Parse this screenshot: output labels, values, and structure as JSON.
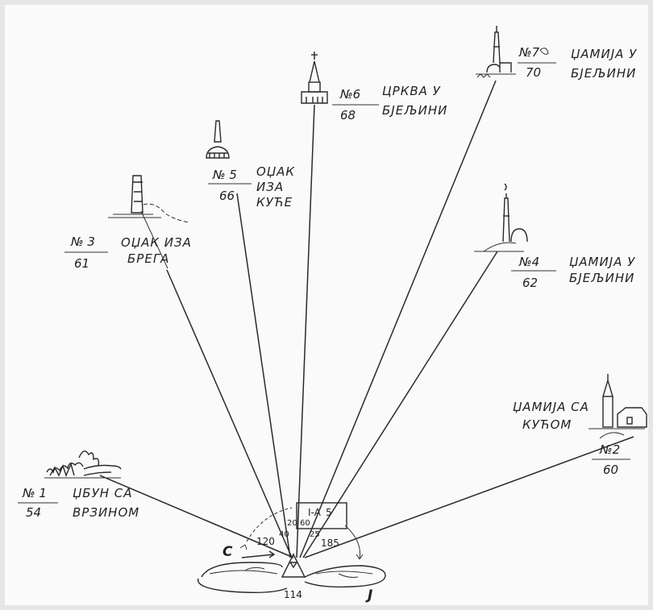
{
  "targets": [
    {
      "no": "№ 1",
      "value": "54",
      "lines": [
        "ЏБУН СА",
        "ВРЗИНОМ"
      ]
    },
    {
      "no": "№2",
      "value": "60",
      "lines": [
        "ЏАМИЈА СА",
        "КУЋОМ"
      ]
    },
    {
      "no": "№ 3",
      "value": "61",
      "lines": [
        "ОЏАК ИЗА",
        "БРЕГА"
      ]
    },
    {
      "no": "№4",
      "value": "62",
      "lines": [
        "ЏАМИЈА У",
        "БЈЕЉИНИ"
      ]
    },
    {
      "no": "№ 5",
      "value": "66",
      "lines": [
        "ОЏАК",
        "ИЗА",
        "КУЋЕ"
      ]
    },
    {
      "no": "№6",
      "value": "68",
      "lines": [
        "ЦРКВА У",
        "БЈЕЉИНИ"
      ]
    },
    {
      "no": "№7",
      "value": "70",
      "lines": [
        "ЏАМИЈА У",
        "БЈЕЉИНИ"
      ]
    }
  ],
  "station": {
    "elevation": "114",
    "box_label": "I-A",
    "box_number": "5",
    "north_letter": "С",
    "south_letter": "Ј",
    "angles": [
      "120",
      "20",
      "40",
      "60",
      "25",
      "185"
    ]
  },
  "colors": {
    "ink": "#2a2a2a",
    "paper": "#fafafa"
  }
}
